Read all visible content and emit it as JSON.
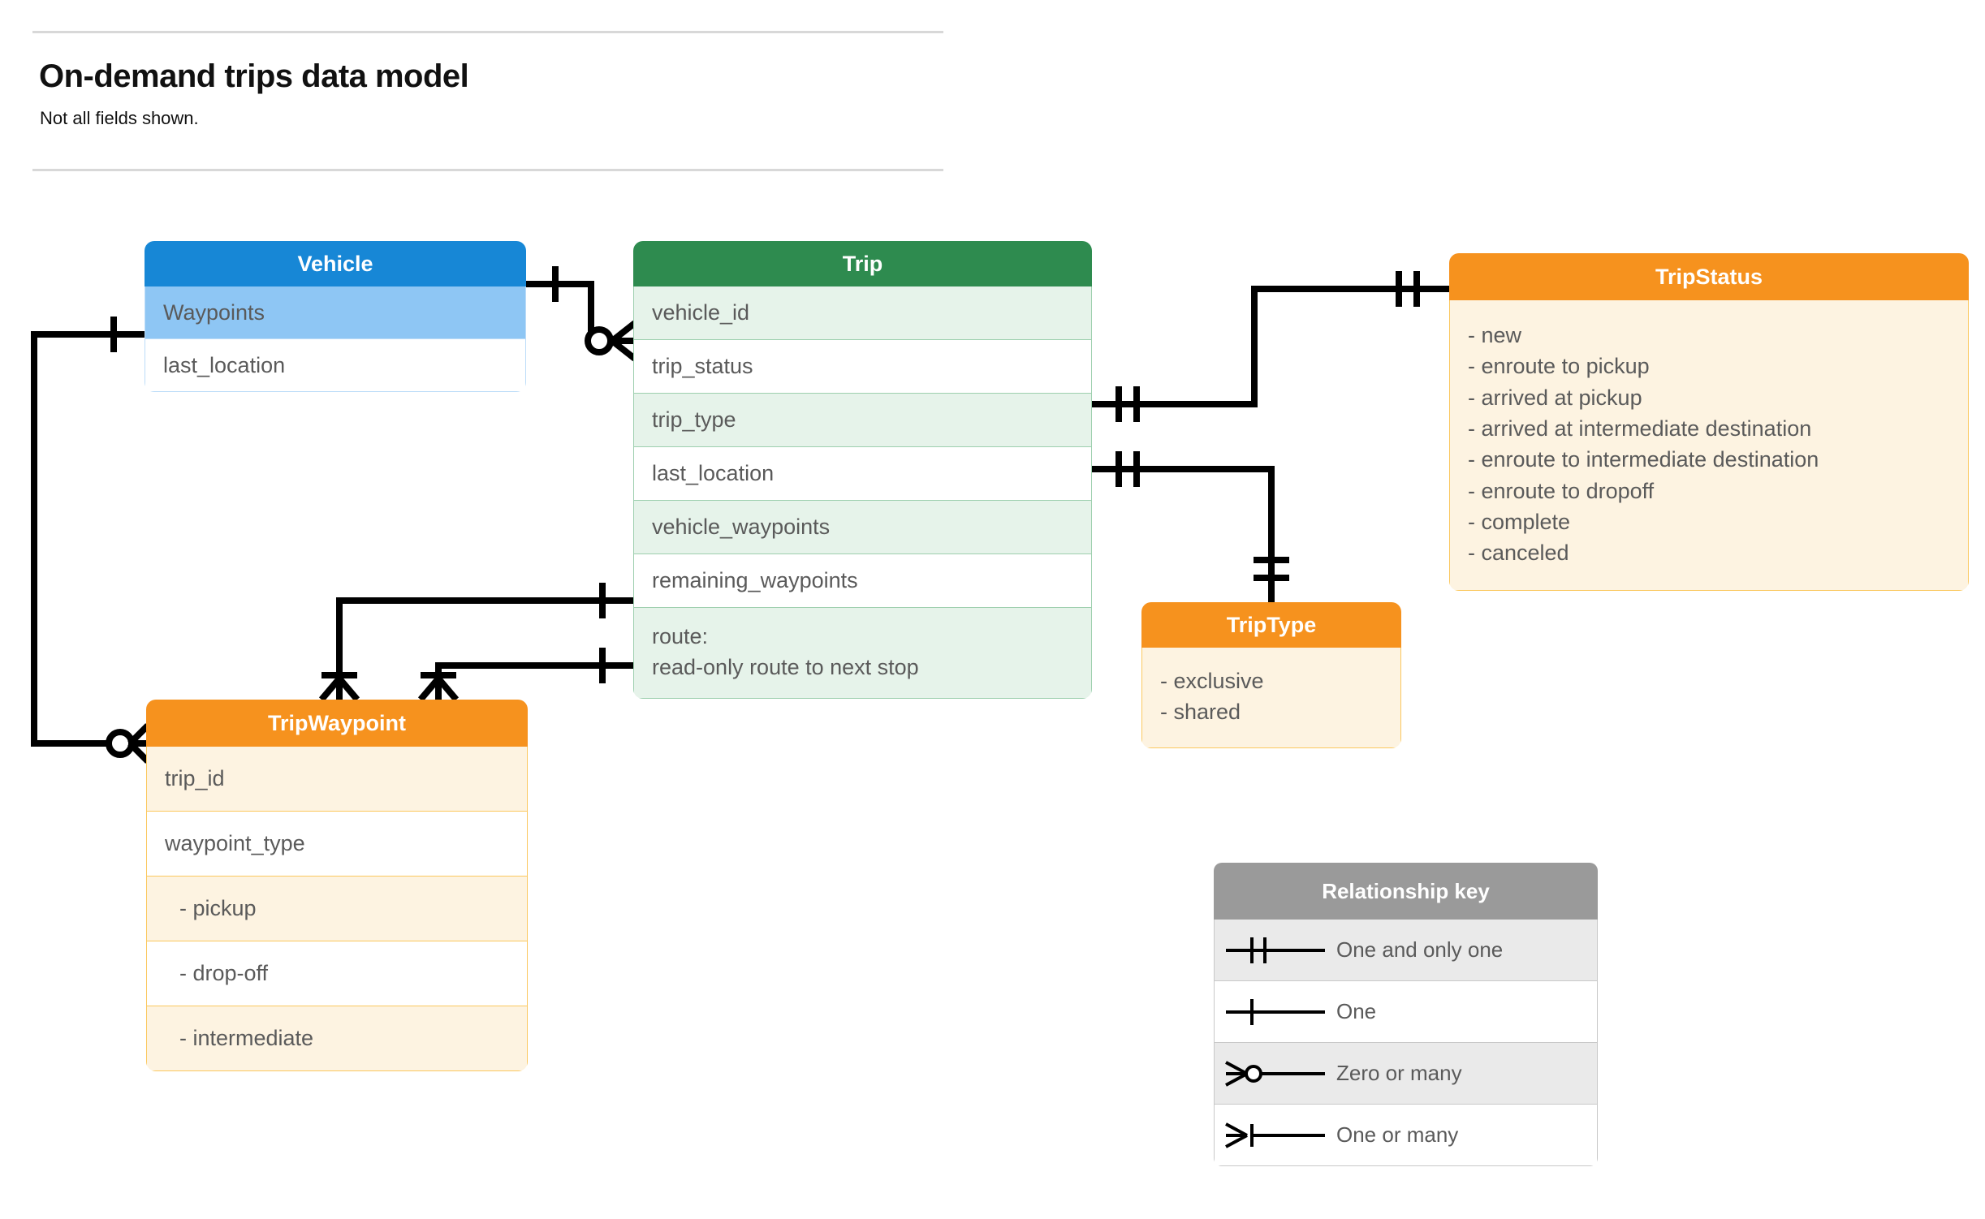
{
  "header": {
    "title": "On-demand trips data model",
    "subtitle": "Not all fields shown."
  },
  "entities": {
    "vehicle": {
      "name": "Vehicle",
      "header_color": "#1787D6",
      "rows": [
        {
          "label": "Waypoints"
        },
        {
          "label": "last_location"
        }
      ]
    },
    "trip": {
      "name": "Trip",
      "header_color": "#2E8B4F",
      "rows": [
        {
          "label": "vehicle_id"
        },
        {
          "label": "trip_status"
        },
        {
          "label": "trip_type"
        },
        {
          "label": "last_location"
        },
        {
          "label": "vehicle_waypoints"
        },
        {
          "label": "remaining_waypoints"
        }
      ],
      "note_line1": "route:",
      "note_line2": "read-only route to next stop"
    },
    "trip_status": {
      "name": "TripStatus",
      "header_color": "#F6921E",
      "values": [
        "- new",
        "- enroute to pickup",
        "- arrived at pickup",
        "- arrived at intermediate destination",
        "- enroute to intermediate destination",
        "- enroute to dropoff",
        "- complete",
        "- canceled"
      ]
    },
    "trip_type": {
      "name": "TripType",
      "header_color": "#F6921E",
      "values": [
        "- exclusive",
        "- shared"
      ]
    },
    "trip_waypoint": {
      "name": "TripWaypoint",
      "header_color": "#F6921E",
      "rows": [
        {
          "label": "trip_id"
        },
        {
          "label": "waypoint_type"
        },
        {
          "label": "-  pickup"
        },
        {
          "label": "-  drop-off"
        },
        {
          "label": "-  intermediate"
        }
      ]
    }
  },
  "relationship_key": {
    "title": "Relationship key",
    "items": [
      {
        "symbol": "one-and-only-one",
        "label": "One and only one"
      },
      {
        "symbol": "one",
        "label": "One"
      },
      {
        "symbol": "zero-or-many",
        "label": "Zero or many"
      },
      {
        "symbol": "one-or-many",
        "label": "One or many"
      }
    ]
  },
  "relationships": [
    {
      "from": "Vehicle",
      "from_cardinality": "one",
      "to": "Trip.vehicle_id",
      "to_cardinality": "zero-or-many"
    },
    {
      "from": "Vehicle.Waypoints",
      "from_cardinality": "one",
      "to": "TripWaypoint",
      "to_cardinality": "zero-or-many"
    },
    {
      "from": "Trip.trip_status",
      "from_cardinality": "one-and-only-one",
      "to": "TripStatus",
      "to_cardinality": "one-and-only-one"
    },
    {
      "from": "Trip.trip_type",
      "from_cardinality": "one-and-only-one",
      "to": "TripType",
      "to_cardinality": "one-and-only-one"
    },
    {
      "from": "Trip.vehicle_waypoints",
      "from_cardinality": "one",
      "to": "TripWaypoint",
      "to_cardinality": "one-or-many"
    },
    {
      "from": "Trip.remaining_waypoints",
      "from_cardinality": "one",
      "to": "TripWaypoint",
      "to_cardinality": "one-or-many"
    }
  ]
}
